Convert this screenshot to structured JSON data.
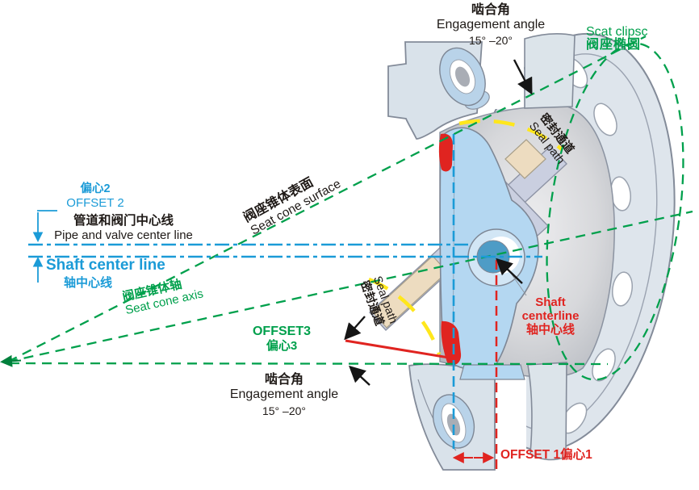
{
  "title": "Triple-offset butterfly valve geometry diagram",
  "colors": {
    "annotation_blue": "#1b9bd7",
    "annotation_green": "#00a04c",
    "annotation_red": "#e02420",
    "seal_path_yellow": "#ffe71c",
    "body_gray": "#dce4ea",
    "disc_blue": "#b4d7f1",
    "shaft_steel_blue": "#4e9cc6",
    "retainer_lavender": "#cacfe0",
    "retainer_beige": "#eddcc0"
  },
  "labels": {
    "engagement_top": {
      "zh": "啮合角",
      "en": "Engagement angle",
      "range": "15°  –20°"
    },
    "seat_ellipse": {
      "en": "Scat clipsc",
      "zh": "阀座椭圆"
    },
    "seal_path_top": {
      "zh": "密封通道",
      "en": "Seal path"
    },
    "seat_cone_surface": {
      "zh": "阀座锥体表面",
      "en": "Seat cone surface"
    },
    "offset2": {
      "zh": "偏心2",
      "en": "OFFSET 2"
    },
    "pipe_center_line": {
      "zh": "管道和阀门中心线",
      "en": "Pipe and valve center line"
    },
    "shaft_center_blue": {
      "en": "Shaft center line",
      "zh": "轴中心线"
    },
    "seat_cone_axis": {
      "zh": "阀座锥体轴",
      "en": "Seat cone axis"
    },
    "offset3": {
      "en": "OFFSET3",
      "zh": "偏心3"
    },
    "seal_path_bottom": {
      "en": "Seal path",
      "zh": "密封通道"
    },
    "engagement_bottom": {
      "zh": "啮合角",
      "en": "Engagement angle",
      "range": "15°  –20°"
    },
    "shaft_center_red": {
      "l1": "Shaft",
      "l2": "centerline",
      "l3": "轴中心线"
    },
    "offset1": {
      "text": "OFFSET 1偏心1"
    }
  }
}
